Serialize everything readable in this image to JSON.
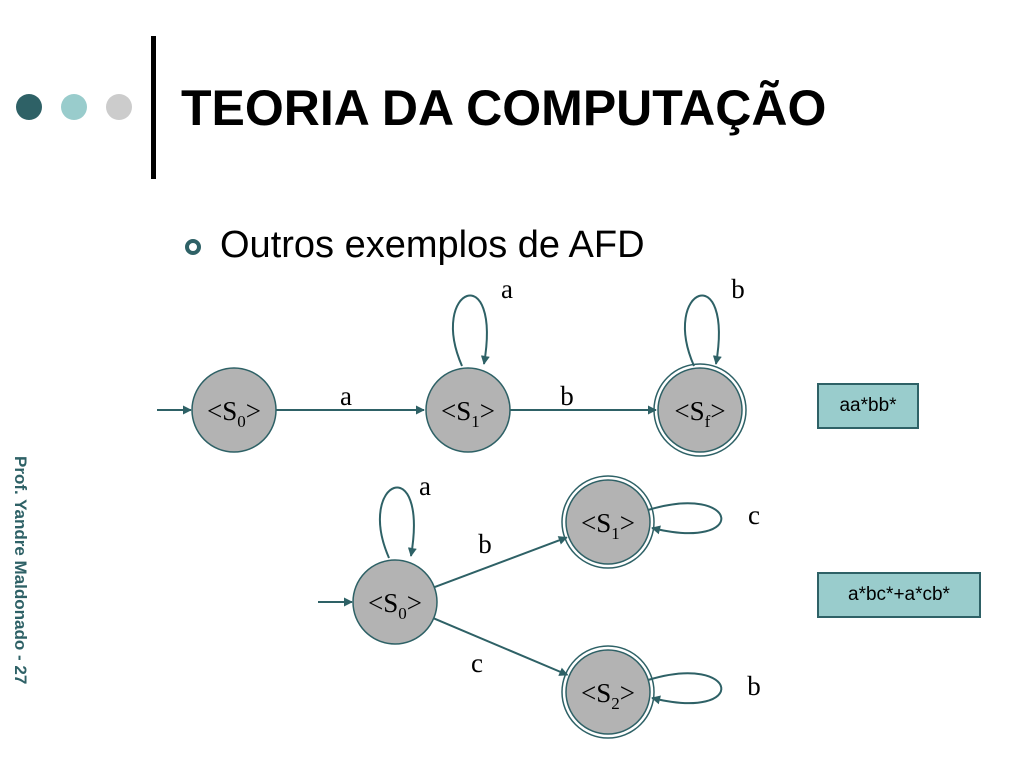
{
  "slide": {
    "title": "TEORIA DA COMPUTAÇÃO",
    "bullet": "Outros exemplos de AFD",
    "side_note": "Prof. Yandre Maldonado - 27"
  },
  "colors": {
    "accent_dark": "#2e6166",
    "accent_light": "#99cccc",
    "neutral_dot": "#cccccc",
    "state_fill": "#b3b3b3"
  },
  "automaton1": {
    "regex": "aa*bb*",
    "states": [
      {
        "id": "a1s0",
        "base": "S",
        "sub": "0",
        "initial": true,
        "final": false
      },
      {
        "id": "a1s1",
        "base": "S",
        "sub": "1",
        "initial": false,
        "final": false
      },
      {
        "id": "a1sf",
        "base": "S",
        "sub": "f",
        "initial": false,
        "final": true
      }
    ],
    "transitions": [
      {
        "from": "a1s0",
        "to": "a1s1",
        "symbol": "a"
      },
      {
        "from": "a1s1",
        "to": "a1sf",
        "symbol": "b"
      },
      {
        "from": "a1s1",
        "to": "a1s1",
        "symbol": "a"
      },
      {
        "from": "a1sf",
        "to": "a1sf",
        "symbol": "b"
      }
    ]
  },
  "automaton2": {
    "regex": "a*bc*+a*cb*",
    "states": [
      {
        "id": "a2s0",
        "base": "S",
        "sub": "0",
        "initial": true,
        "final": false
      },
      {
        "id": "a2s1",
        "base": "S",
        "sub": "1",
        "initial": false,
        "final": true
      },
      {
        "id": "a2s2",
        "base": "S",
        "sub": "2",
        "initial": false,
        "final": true
      }
    ],
    "transitions": [
      {
        "from": "a2s0",
        "to": "a2s0",
        "symbol": "a"
      },
      {
        "from": "a2s0",
        "to": "a2s1",
        "symbol": "b"
      },
      {
        "from": "a2s0",
        "to": "a2s2",
        "symbol": "c"
      },
      {
        "from": "a2s1",
        "to": "a2s1",
        "symbol": "c"
      },
      {
        "from": "a2s2",
        "to": "a2s2",
        "symbol": "b"
      }
    ]
  }
}
